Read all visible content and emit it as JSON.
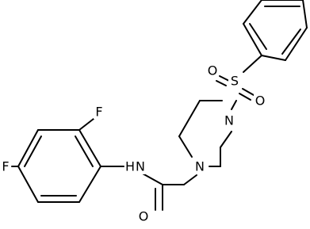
{
  "molecule": {
    "description_visible": false,
    "atoms": {
      "F_ortho": "F",
      "F_para": "F",
      "amide_N": "N",
      "amide_H": "H",
      "amide_O": "O",
      "piperazine_N1": "N",
      "piperazine_N4": "N",
      "sulfur": "S",
      "sulfonyl_O_left": "O",
      "sulfonyl_O_right": "O"
    }
  }
}
